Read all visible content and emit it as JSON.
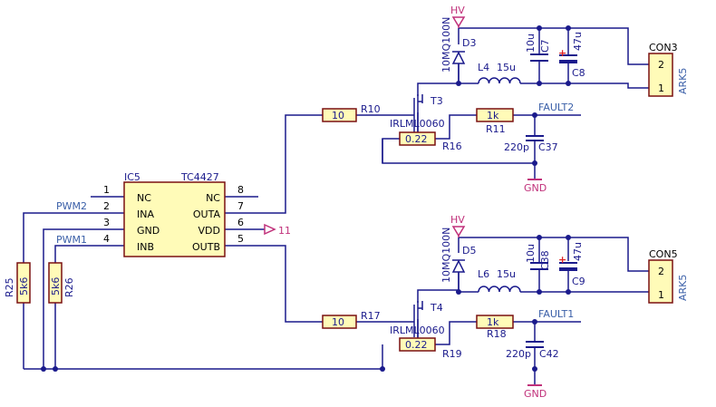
{
  "colors": {
    "wire": "#1a1a8c",
    "part_body": "#7a1010",
    "part_fill": "#fffbb8",
    "power": "#c0307a",
    "polarity": "#dd2222"
  },
  "ic5": {
    "ref": "IC5",
    "value": "TC4427",
    "pins_left": [
      {
        "num": "1",
        "name": "NC"
      },
      {
        "num": "2",
        "name": "INA"
      },
      {
        "num": "3",
        "name": "GND"
      },
      {
        "num": "4",
        "name": "INB"
      }
    ],
    "pins_right": [
      {
        "num": "8",
        "name": "NC"
      },
      {
        "num": "7",
        "name": "OUTA"
      },
      {
        "num": "6",
        "name": "VDD"
      },
      {
        "num": "5",
        "name": "OUTB"
      }
    ]
  },
  "nets": {
    "pwm2": "PWM2",
    "pwm1": "PWM1",
    "vdd_port": "11",
    "fault2": "FAULT2",
    "fault1": "FAULT1",
    "hv": "HV",
    "gnd": "GND"
  },
  "left_resistors": {
    "r25": {
      "ref": "R25",
      "value": "5k6"
    },
    "r26": {
      "ref": "R26",
      "value": "5k6"
    }
  },
  "channel_a": {
    "gate_r": {
      "ref": "R10",
      "value": "10"
    },
    "mosfet": {
      "ref": "T3",
      "value": "IRLML0060"
    },
    "sense_r": {
      "ref": "R16",
      "value": "0.22"
    },
    "fault_r": {
      "ref": "R11",
      "value": "1k"
    },
    "fault_c": {
      "ref": "C37",
      "value": "220p"
    },
    "diode": {
      "ref": "D3",
      "value": "10MQ100N"
    },
    "inductor": {
      "ref": "L4",
      "value": "15u"
    },
    "cap1": {
      "ref": "C7",
      "value": "10u"
    },
    "cap2": {
      "ref": "C8",
      "value": "47u"
    },
    "connector": {
      "ref": "CON3",
      "value": "ARK5",
      "pin2": "2",
      "pin1": "1"
    }
  },
  "channel_b": {
    "gate_r": {
      "ref": "R17",
      "value": "10"
    },
    "mosfet": {
      "ref": "T4",
      "value": "IRLML0060"
    },
    "sense_r": {
      "ref": "R19",
      "value": "0.22"
    },
    "fault_r": {
      "ref": "R18",
      "value": "1k"
    },
    "fault_c": {
      "ref": "C42",
      "value": "220p"
    },
    "diode": {
      "ref": "D5",
      "value": "10MQ100N"
    },
    "inductor": {
      "ref": "L6",
      "value": "15u"
    },
    "cap1": {
      "ref": "C38",
      "value": "10u"
    },
    "cap2": {
      "ref": "C9",
      "value": "47u"
    },
    "connector": {
      "ref": "CON5",
      "value": "ARK5",
      "pin2": "2",
      "pin1": "1"
    }
  }
}
